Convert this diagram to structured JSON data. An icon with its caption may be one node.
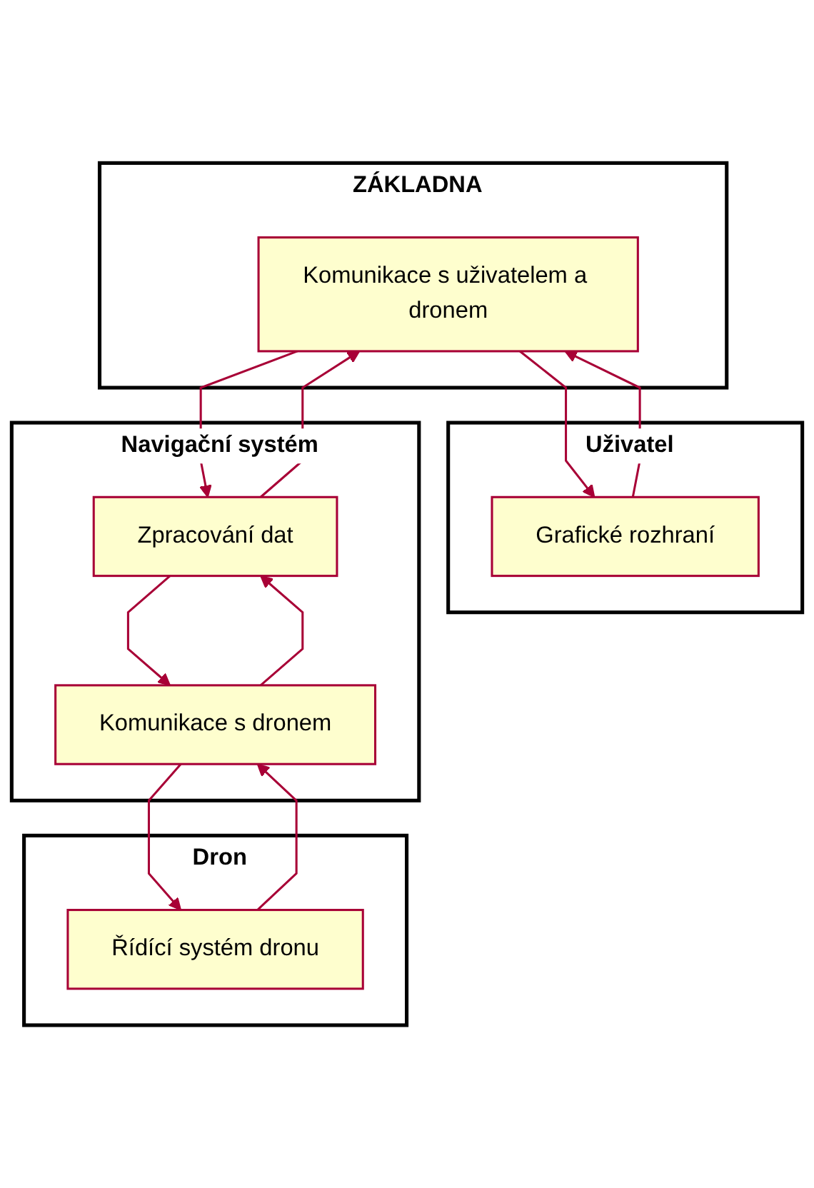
{
  "diagram": {
    "nodes": [
      {
        "text": [
          "ZÁKLADNA"
        ]
      },
      {
        "text": [
          "Komunikace s uživatelem a dronem"
        ],
        "in": 0
      },
      {
        "text": [
          "Uživatel"
        ]
      },
      {
        "text": [
          "Grafické rozhraní"
        ],
        "in": 2
      },
      {
        "text": [
          "Navigační systém"
        ]
      },
      {
        "text": [
          "Zpracování dat"
        ],
        "in": 4
      },
      {
        "text": [
          "Komunikace s dronem"
        ],
        "in": 4
      },
      {
        "text": [
          "Dron"
        ]
      },
      {
        "text": [
          "Řídící systém dronu"
        ],
        "in": 7
      }
    ],
    "edges": [
      {
        "from": 1,
        "to": 3,
        "arrow": "to"
      },
      {
        "from": 3,
        "to": 1,
        "arrow": "to"
      },
      {
        "from": 5,
        "to": 1,
        "arrow": "to"
      },
      {
        "from": 1,
        "to": 5,
        "arrow": "to"
      },
      {
        "from": 5,
        "to": 6,
        "arrow": "to"
      },
      {
        "from": 6,
        "to": 5,
        "arrow": "to"
      },
      {
        "from": 6,
        "to": 8,
        "arrow": "to"
      },
      {
        "from": 8,
        "to": 6,
        "arrow": "to"
      }
    ]
  }
}
